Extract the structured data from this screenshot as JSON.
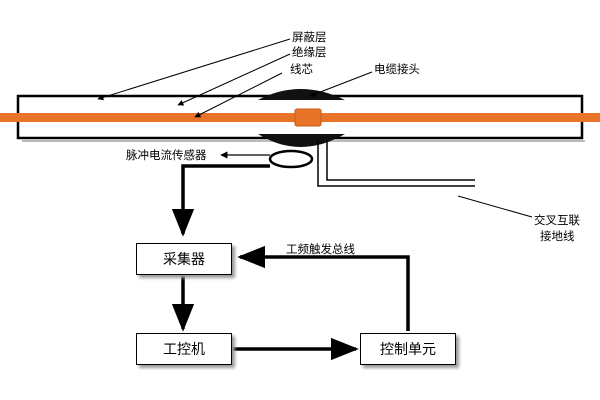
{
  "labels": {
    "shield_layer": "屏蔽层",
    "insulation_layer": "绝缘层",
    "core": "线芯",
    "cable_joint": "电缆接头",
    "pulse_sensor": "脉冲电流传感器",
    "cross_bond_line1": "交叉互联",
    "cross_bond_line2": "接地线",
    "trigger_bus": "工频触发总线"
  },
  "boxes": {
    "collector": "采集器",
    "ipc": "工控机",
    "control_unit": "控制单元"
  },
  "colors": {
    "core": "#e8742a",
    "line": "#000000",
    "shadow": "#9a9a9a"
  }
}
